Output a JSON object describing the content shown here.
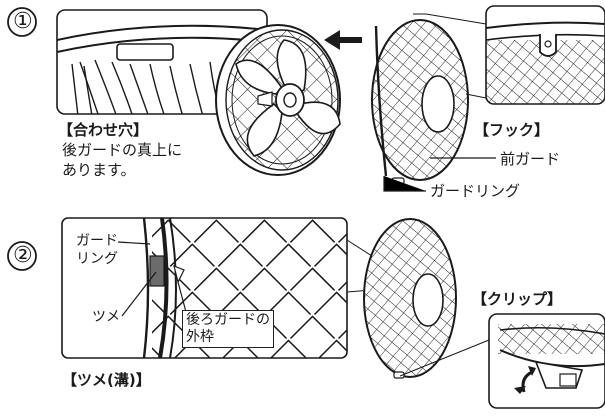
{
  "steps": {
    "step1_marker": "①",
    "step2_marker": "②"
  },
  "labels": {
    "awase_ana_title": "【合わせ穴】",
    "awase_ana_desc_line1": "後ガードの真上に",
    "awase_ana_desc_line2": "あります。",
    "hook_title": "【フック】",
    "front_guard": "前ガード",
    "guard_ring": "ガードリング",
    "guard_ring_short_line1": "ガード",
    "guard_ring_short_line2": "リング",
    "tsume": "ツメ",
    "rear_guard_outer_line1": "後ろガードの",
    "rear_guard_outer_line2": "外枠",
    "tsume_groove_title": "【ツメ(溝)】",
    "clip_title": "【クリップ】"
  },
  "colors": {
    "line": "#1a1a1a",
    "groove_fill": "#6b6b6b",
    "background": "#ffffff"
  },
  "icons": [
    "arrow-left-icon",
    "rotate-arrow-icon"
  ]
}
